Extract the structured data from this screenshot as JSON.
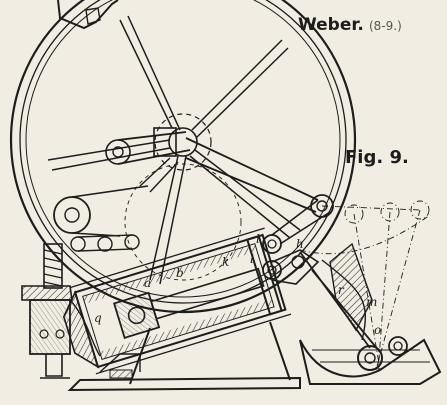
{
  "figure": {
    "author": "Weber.",
    "ref": "(8-9.)",
    "fig_label": "Fig. 9."
  },
  "labels": {
    "a": "a",
    "b": "b",
    "k": "k",
    "l_upper": "l",
    "l_lower": "l",
    "h": "h",
    "r": "r",
    "m": "m",
    "o": "o",
    "q": "q"
  },
  "colors": {
    "paper": "#f1ede3",
    "ink": "#1d1d1d",
    "hatch": "#2a2a2a"
  }
}
